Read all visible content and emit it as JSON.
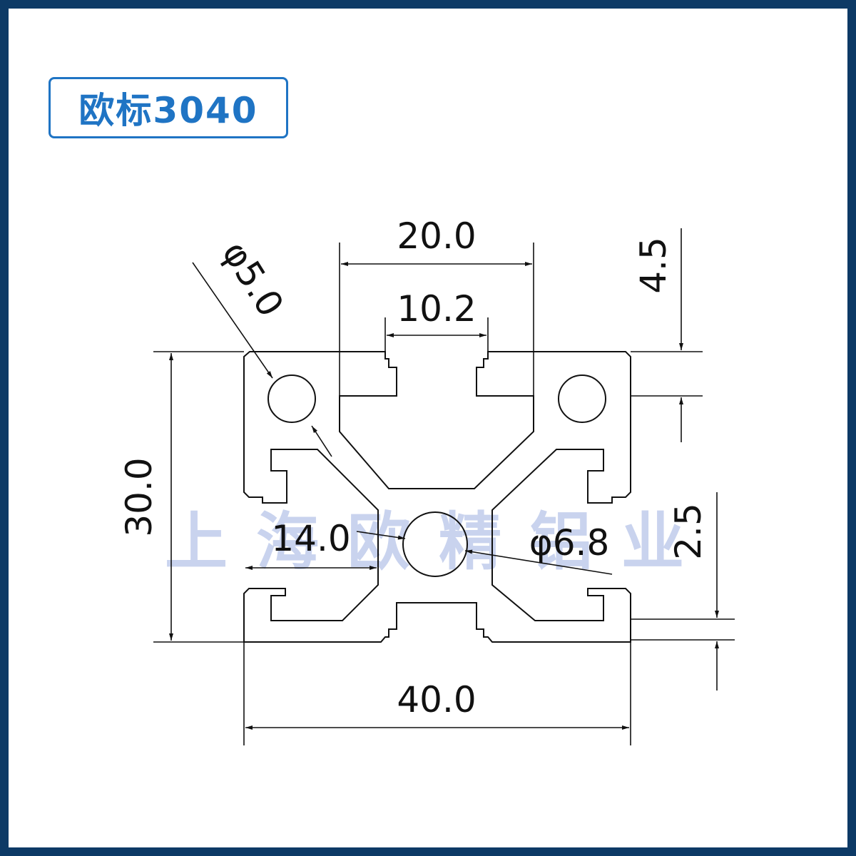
{
  "title": "欧标3040",
  "watermark": "上海欧精铝业",
  "dimensions": {
    "width_top": "20.0",
    "slot_width": "10.2",
    "depth": "4.5",
    "hole_small": "φ5.0",
    "height": "30.0",
    "inner_width": "14.0",
    "hole_center": "φ6.8",
    "wall": "2.5",
    "width_total": "40.0"
  },
  "colors": {
    "border": "#0d3a66",
    "accent": "#1f74c4",
    "line": "#111111",
    "watermark": "#c9d3ee"
  }
}
